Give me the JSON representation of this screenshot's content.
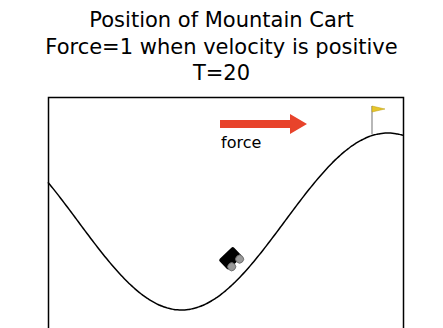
{
  "diagram": {
    "title": "Position of Mountain Cart",
    "labels": [
      "Force=1 when velocity is positive",
      "T=20",
      "force"
    ]
  }
}
